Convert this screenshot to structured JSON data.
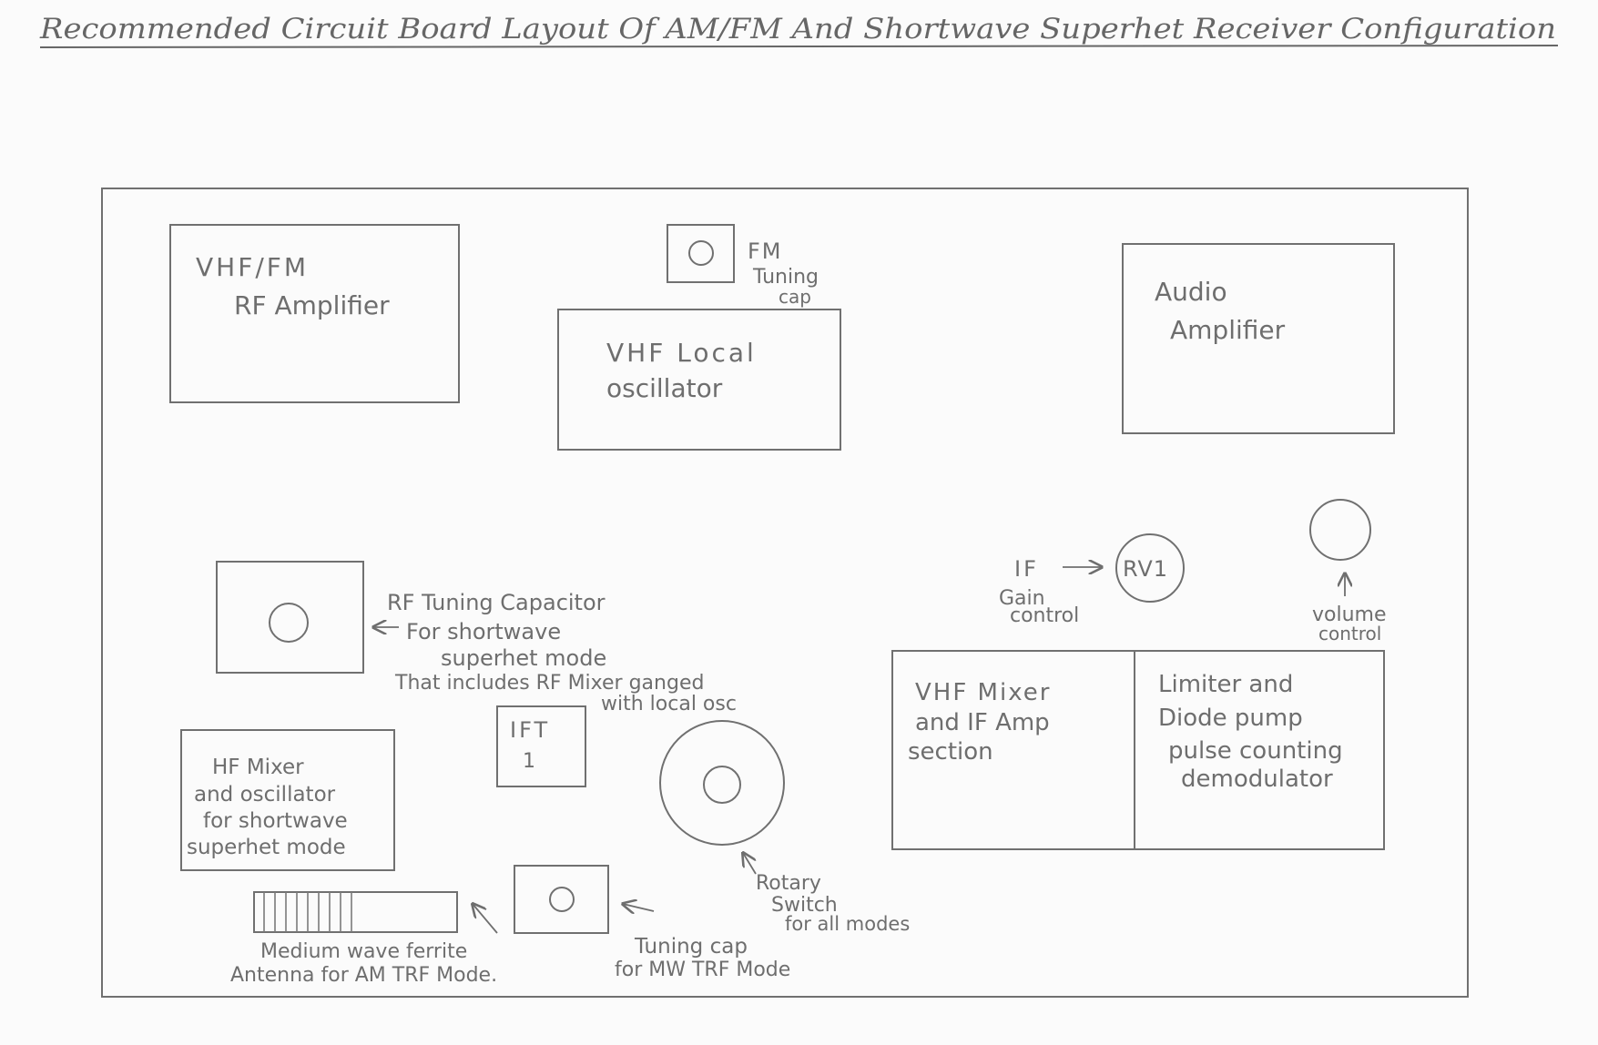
{
  "title": "Recommended Circuit Board Layout Of AM/FM And Shortwave Superhet Receiver Configuration",
  "blocks": {
    "vhf_rf_amp": [
      "VHF/FM",
      "RF Amplifier"
    ],
    "vhf_local_osc": [
      "VHF Local",
      "oscillator"
    ],
    "audio_amp": [
      "Audio",
      "Amplifier"
    ],
    "hf_mixer_osc": [
      "HF Mixer",
      "and oscillator",
      "for shortwave",
      "superhet mode"
    ],
    "ift": [
      "IFT",
      "1"
    ],
    "vhf_mixer_if": [
      "VHF Mixer",
      "and IF Amp",
      "section"
    ],
    "limiter_demod": [
      "Limiter and",
      "Diode pump",
      "pulse counting",
      "demodulator"
    ]
  },
  "annotations": {
    "fm_tuning_cap": [
      "FM",
      "Tuning",
      "cap"
    ],
    "rf_tuning_cap": [
      "RF Tuning Capacitor",
      "For shortwave",
      "superhet mode",
      "That includes RF Mixer ganged",
      "with local osc"
    ],
    "if_gain": [
      "IF",
      "Gain",
      "control"
    ],
    "rv1": "RV1",
    "volume": [
      "volume",
      "control"
    ],
    "rotary_switch": [
      "Rotary",
      "Switch",
      "for all modes"
    ],
    "mw_tuning_cap": [
      "Tuning cap",
      "for MW TRF Mode"
    ],
    "ferrite": [
      "Medium wave ferrite",
      "Antenna for AM TRF Mode."
    ]
  }
}
